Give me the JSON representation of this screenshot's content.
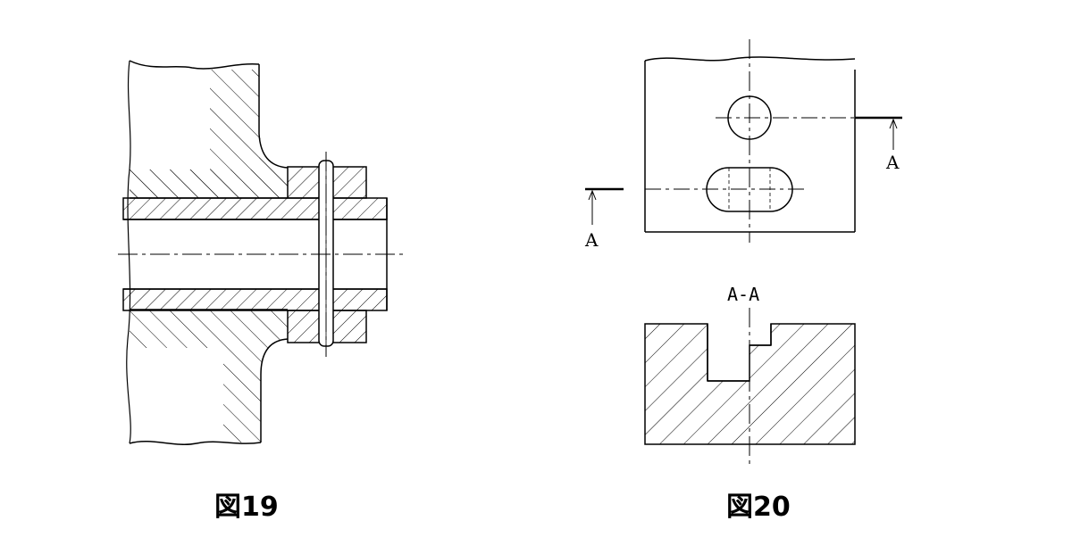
{
  "figures": [
    {
      "caption": "図19"
    },
    {
      "caption": "図20",
      "section_title": "A-A",
      "section_mark": "A"
    }
  ],
  "colors": {
    "line": "#000000",
    "background": "#ffffff"
  }
}
